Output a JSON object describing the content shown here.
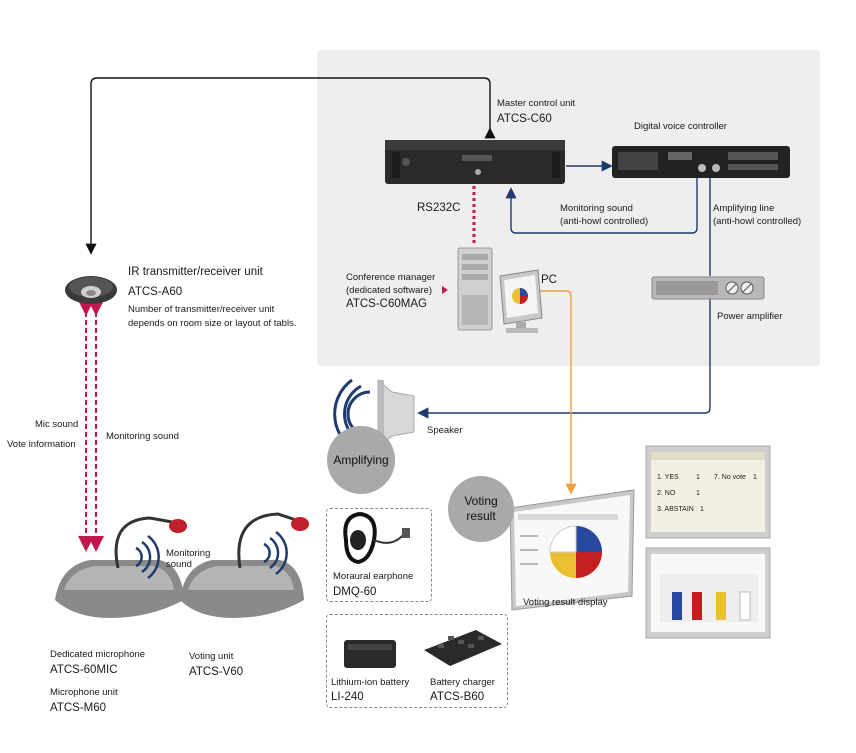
{
  "labels": {
    "master_control": "Master control unit",
    "master_model": "ATCS-C60",
    "dvc": "Digital voice controller",
    "rs232c": "RS232C",
    "monitoring_sound_title": "Monitoring sound",
    "monitoring_sound_sub": "(anti-howl controlled)",
    "amp_line_title": "Amplifying line",
    "amp_line_sub": "(anti-howl controlled)",
    "conf_manager_1": "Conference manager",
    "conf_manager_2": "(dedicated software)",
    "conf_manager_model": "ATCS-C60MAG",
    "pc": "PC",
    "power_amp": "Power amplifier",
    "ir_title": "IR transmitter/receiver unit",
    "ir_model": "ATCS-A60",
    "ir_note_1": "Number of transmitter/receiver unit",
    "ir_note_2": "depends on room size or layout of tabls.",
    "mic_sound": "Mic sound",
    "vote_info": "Vote information",
    "monitoring_sound_left": "Monitoring sound",
    "speaker": "Speaker",
    "amplifying": "Amplifying",
    "voting_result_1": "Voting",
    "voting_result_2": "result",
    "monitoring_1": "Monitoring",
    "monitoring_2": "sound",
    "ded_mic": "Dedicated microphone",
    "ded_mic_model": "ATCS-60MIC",
    "mic_unit": "Microphone unit",
    "mic_unit_model": "ATCS-M60",
    "voting_unit": "Voting unit",
    "voting_unit_model": "ATCS-V60",
    "earphone": "Moraural earphone",
    "earphone_model": "DMQ-60",
    "battery": "Lithium-ion battery",
    "battery_model": "LI-240",
    "charger": "Battery charger",
    "charger_model": "ATCS-B60",
    "voting_display": "Voting result display"
  },
  "screen1": {
    "row1": "1. YES",
    "row1_val": "1",
    "row1_b": "7. No vote",
    "row1_b_val": "1",
    "row2": "2. NO",
    "row2_val": "1",
    "row3": "3. ABSTAIN",
    "row3_val": "1"
  },
  "colors": {
    "navy_line": "#1f3a6e",
    "red_dash": "#c2184b",
    "orange_line": "#f0a040",
    "panel": "#eeeeee",
    "circle": "#a9a9a9"
  },
  "icons": [
    "ir-dome-icon",
    "mixer-icon",
    "amplifier-icon",
    "pc-tower-icon",
    "monitor-icon",
    "speaker-icon",
    "microphone-icon",
    "earphone-icon",
    "battery-icon",
    "charger-icon",
    "pie-chart-icon",
    "bar-chart-icon"
  ]
}
